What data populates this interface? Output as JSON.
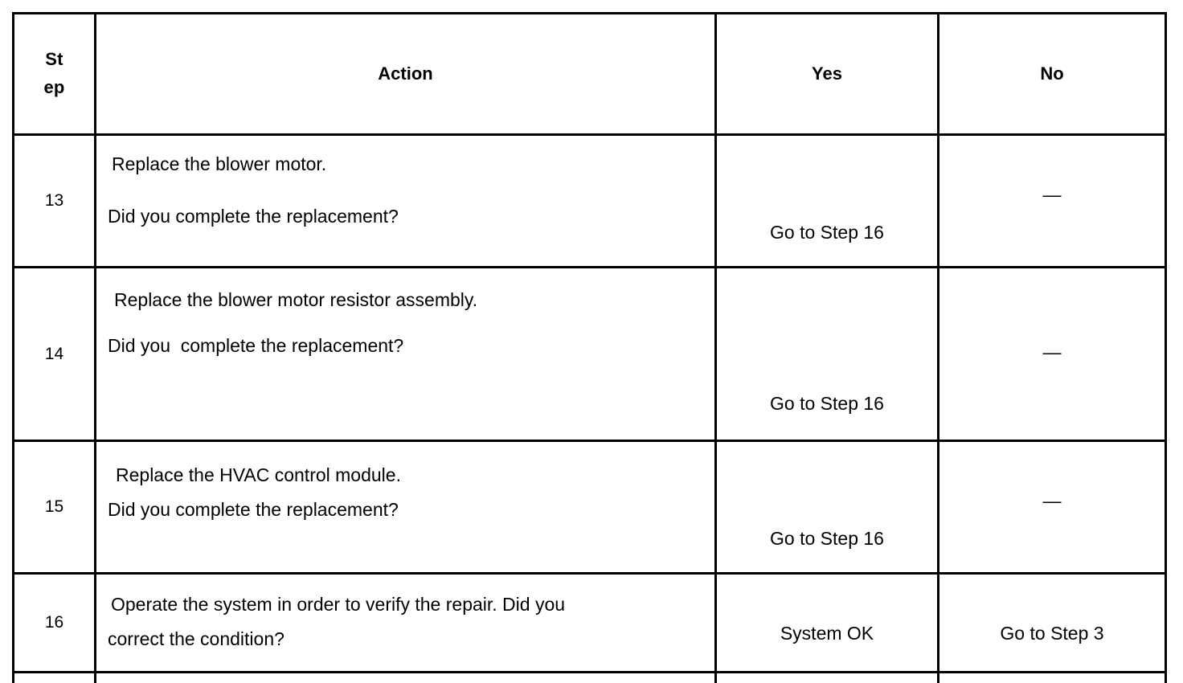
{
  "table": {
    "headers": {
      "step_line1": "St",
      "step_line2": "ep",
      "action": "Action",
      "yes": "Yes",
      "no": "No"
    },
    "rows": [
      {
        "step": "13",
        "action_line1": "Replace the blower motor.",
        "action_line2": "Did you complete the replacement?",
        "yes": "Go to Step 16",
        "no": "—"
      },
      {
        "step": "14",
        "action_line1": "Replace the blower motor resistor assembly.",
        "action_line2": "Did you  complete the replacement?",
        "yes": "Go to Step 16",
        "no": "—"
      },
      {
        "step": "15",
        "action_line1": "Replace the HVAC control module.",
        "action_line2": "Did you complete the replacement?",
        "yes": "Go to Step 16",
        "no": "—"
      },
      {
        "step": "16",
        "action_line1": "Operate the system in order to verify the repair. Did you",
        "action_line2": "correct the condition?",
        "yes": "System OK",
        "no": "Go to Step 3"
      }
    ]
  },
  "colors": {
    "border": "#000000",
    "text": "#000000",
    "background": "#ffffff"
  }
}
